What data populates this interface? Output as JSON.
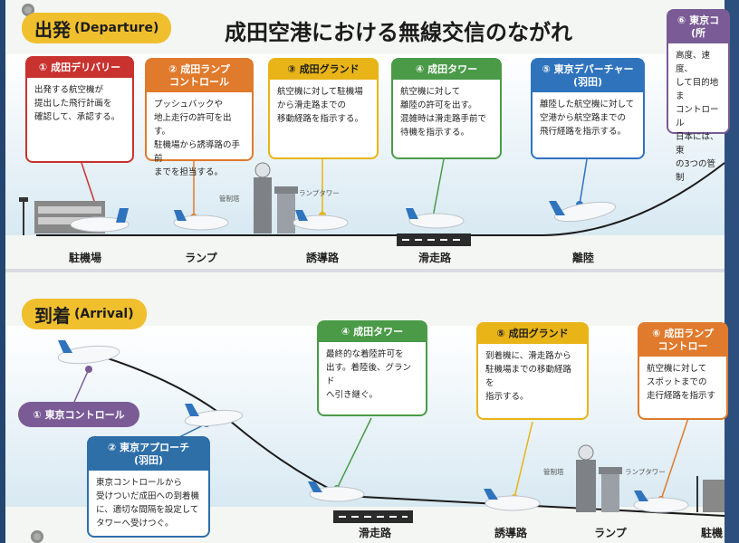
{
  "departure": {
    "section_big": "出発",
    "section_small": "(Departure)",
    "title": "成田空港における無線交信のながれ",
    "cards": [
      {
        "header": "① 成田デリバリー",
        "body": "出発する航空機が\n提出した飛行計画を\n確認して、承認する。"
      },
      {
        "header": "② 成田ランプ\nコントロール",
        "body": "プッシュバックや\n地上走行の許可を出す。\n駐機場から誘導路の手前\nまでを担当する。"
      },
      {
        "header": "③ 成田グランド",
        "body": "航空機に対して駐機場\nから滑走路までの\n移動経路を指示する。"
      },
      {
        "header": "④ 成田タワー",
        "body": "航空機に対して\n離陸の許可を出す。\n混雑時は滑走路手前で\n待機を指示する。"
      },
      {
        "header": "⑤ 東京デパーチャー\n(羽田)",
        "body": "離陸した航空機に対して\n空港から航空路までの\n飛行経路を指示する。"
      },
      {
        "header": "⑥ 東京コ\n(所",
        "body": "高度、速度、\nして目的地ま\nコントロール\n日本には、東\nの3つの管制"
      }
    ],
    "ground_labels": [
      "駐機場",
      "ランプ",
      "誘導路",
      "滑走路",
      "離陸"
    ],
    "tower_labels": [
      "管制塔",
      "ランプタワー"
    ]
  },
  "arrival": {
    "section_big": "到着",
    "section_small": "(Arrival)",
    "pill": "① 東京コントロール",
    "cards": [
      {
        "header": "② 東京アプローチ\n(羽田)",
        "body": "東京コントロールから\n受けついだ成田への到着機\nに、適切な間隔を設定して\nタワーへ受けつぐ。"
      },
      {
        "header": "④ 成田タワー",
        "body": "最終的な着陸許可を\n出す。着陸後、グランド\nへ引き継ぐ。"
      },
      {
        "header": "⑤ 成田グランド",
        "body": "到着機に、滑走路から\n駐機場までの移動経路を\n指示する。"
      },
      {
        "header": "⑥ 成田ランプ\nコントロー",
        "body": "航空機に対して\nスポットまでの\n走行経路を指示す"
      }
    ],
    "ground_labels": [
      "滑走路",
      "誘導路",
      "ランプ",
      "駐機"
    ],
    "tower_labels": [
      "管制塔",
      "ランプタワー"
    ]
  },
  "colors": {
    "delivery": "#c8322f",
    "ramp": "#e07a2c",
    "ground": "#e8b417",
    "tower": "#4a9a48",
    "departure": "#2f73bd",
    "control": "#7a5b96",
    "approach": "#2e6fa8"
  }
}
